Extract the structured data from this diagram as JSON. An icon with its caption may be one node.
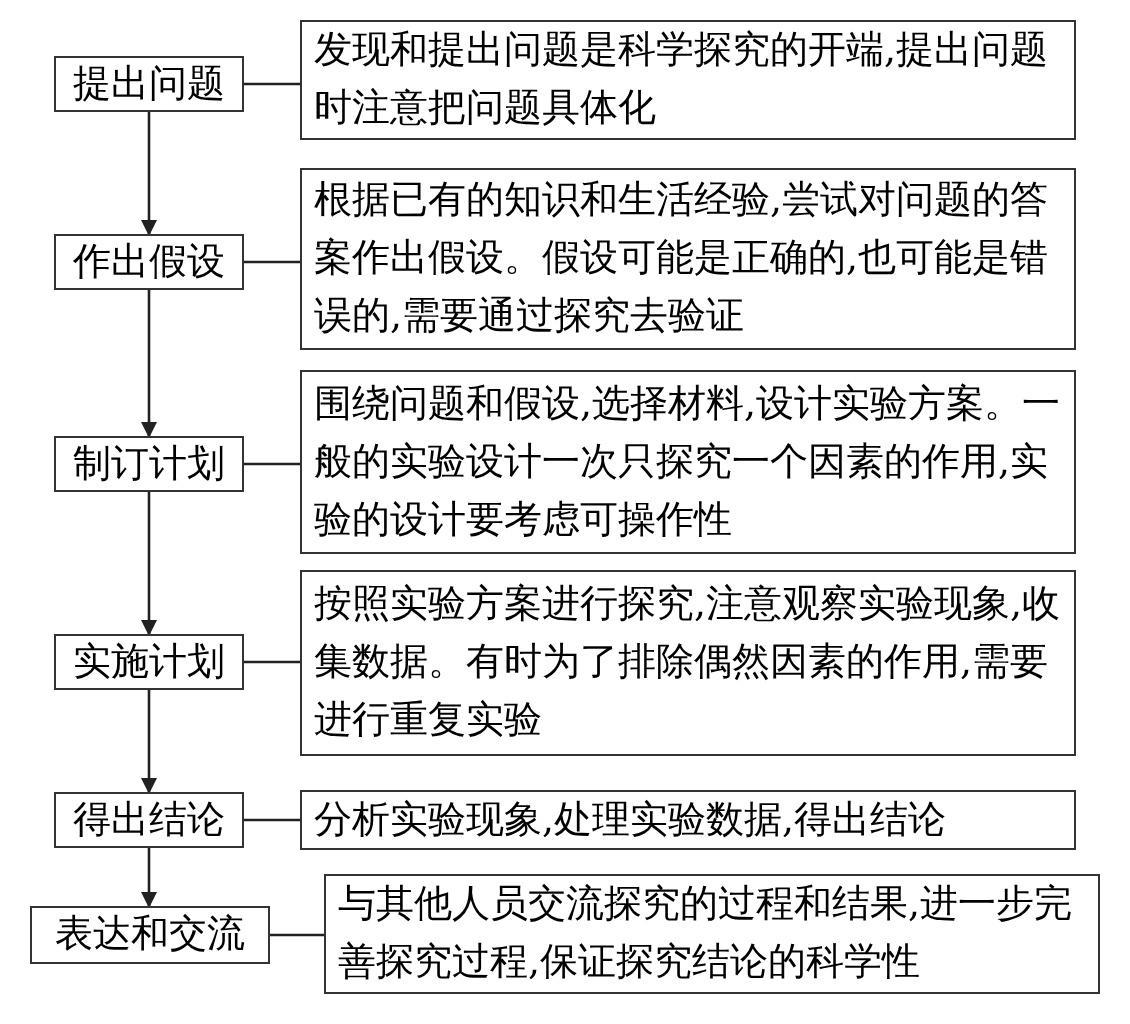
{
  "diagram": {
    "nodes": [
      {
        "text": [
          "提出问题"
        ]
      },
      {
        "text": [
          "发现和提出问题是科学探究的开端,提出问题时注意把问题具体化"
        ]
      },
      {
        "text": [
          "作出假设"
        ]
      },
      {
        "text": [
          "根据已有的知识和生活经验,尝试对问题的答案作出假设。假设可能是正确的,也可能是错误的,需要通过探究去验证"
        ]
      },
      {
        "text": [
          "制订计划"
        ]
      },
      {
        "text": [
          "围绕问题和假设,选择材料,设计实验方案。一般的实验设计一次只探究一个因素的作用,实验的设计要考虑可操作性"
        ]
      },
      {
        "text": [
          "实施计划"
        ]
      },
      {
        "text": [
          "按照实验方案进行探究,注意观察实验现象,收集数据。有时为了排除偶然因素的作用,需要进行重复实验"
        ]
      },
      {
        "text": [
          "得出结论"
        ]
      },
      {
        "text": [
          "分析实验现象,处理实验数据,得出结论"
        ]
      },
      {
        "text": [
          "表达和交流"
        ]
      },
      {
        "text": [
          "与其他人员交流探究的过程和结果,进一步完善探究过程,保证探究结论的科学性"
        ]
      }
    ],
    "edges": [
      {
        "from": 0,
        "to": 2,
        "arrow": "to"
      },
      {
        "from": 2,
        "to": 4,
        "arrow": "to"
      },
      {
        "from": 4,
        "to": 6,
        "arrow": "to"
      },
      {
        "from": 6,
        "to": 8,
        "arrow": "to"
      },
      {
        "from": 8,
        "to": 10,
        "arrow": "to"
      },
      {
        "from": 0,
        "to": 1,
        "arrow": "none"
      },
      {
        "from": 2,
        "to": 3,
        "arrow": "none"
      },
      {
        "from": 4,
        "to": 5,
        "arrow": "none"
      },
      {
        "from": 6,
        "to": 7,
        "arrow": "none"
      },
      {
        "from": 8,
        "to": 9,
        "arrow": "none"
      },
      {
        "from": 10,
        "to": 11,
        "arrow": "none"
      }
    ]
  }
}
